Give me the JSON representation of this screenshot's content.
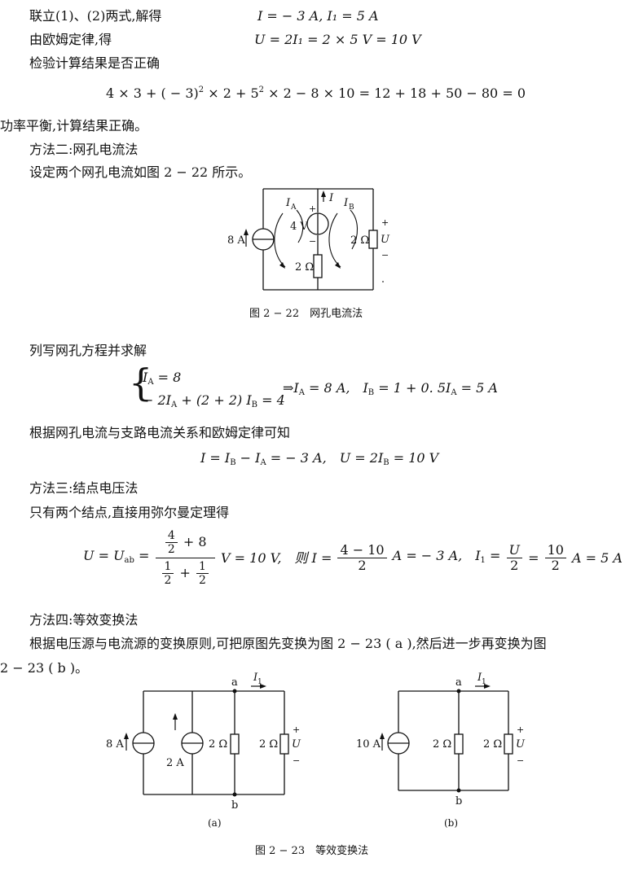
{
  "lines": {
    "l1_left": "联立(1)、(2)两式,解得",
    "l1_right": "I = − 3 A, I₁ = 5 A",
    "l2_left": "由欧姆定律,得",
    "l2_right": "U = 2I₁ = 2 × 5 V = 10 V",
    "l3": "检验计算结果是否正确",
    "l4_pre": "4 × 3 + ( − 3)",
    "l4_mid": " × 2 + 5",
    "l4_post": " × 2 − 8 × 10 = 12 + 18 + 50 − 80 = 0",
    "l5": "功率平衡,计算结果正确。",
    "l6": "方法二:网孔电流法",
    "l7": "设定两个网孔电流如图 2 − 22 所示。",
    "fig22_caption": "图 2 − 22　网孔电流法",
    "l8": "列写网孔方程并求解",
    "eq1a": "I",
    "eq1b": " = 8",
    "eq2a": "− 2I",
    "eq2b": " + (2 + 2) I",
    "eq2c": " = 4",
    "eq_res": "⇒I",
    "eq_res2": " = 8 A,　I",
    "eq_res3": " = 1 + 0. 5I",
    "eq_res4": " = 5 A",
    "l9": "根据网孔电流与支路电流关系和欧姆定律可知",
    "l10": "I = I",
    "l10b": " − I",
    "l10c": " = − 3 A,　U = 2I",
    "l10d": " = 10 V",
    "l11": "方法三:结点电压法",
    "l12": "只有两个结点,直接用弥尔曼定理得",
    "l13_pre": "U = U",
    "l13_eq": " =",
    "l13_mid": "V = 10 V,　则 I =",
    "l13_post": "A = − 3 A,　I",
    "l13_post2": " =",
    "l13_post3": "=",
    "l13_post4": "A = 5 A",
    "frac_main_num_n": "4",
    "frac_main_num_d": "2",
    "frac_main_num_plus": " + 8",
    "frac_main_den_a_n": "1",
    "frac_main_den_a_d": "2",
    "frac_main_den_plus": " + ",
    "frac_main_den_b_n": "1",
    "frac_main_den_b_d": "2",
    "frac_i_n": "4 − 10",
    "frac_i_d": "2",
    "frac_u_n": "U",
    "frac_u_d": "2",
    "frac_10_n": "10",
    "frac_10_d": "2",
    "l14": "方法四:等效变换法",
    "l15": "根据电压源与电流源的变换原则,可把原图先变换为图 2 − 23 ( a ),然后进一步再变换为图",
    "l16": "2 − 23 ( b )。",
    "fig23_caption": "图 2 − 23　等效变换法",
    "sub_1": "1",
    "sub_A": "A",
    "sub_B": "B",
    "sub_ab": "ab",
    "sup_2": "2"
  },
  "fig22": {
    "src_8A": "8 A",
    "IA": "I",
    "IA_sub": "A",
    "I": "I",
    "IB": "I",
    "IB_sub": "B",
    "v4": "4 V",
    "plus": "+",
    "minus": "−",
    "r2a": "2 Ω",
    "r2b": "2 Ω",
    "U": "U"
  },
  "fig23a": {
    "src_8A": "8 A",
    "src_2A": "2 A",
    "r2a": "2 Ω",
    "r2b": "2 Ω",
    "a": "a",
    "b": "b",
    "I1": "I",
    "I1_sub": "1",
    "plus": "+",
    "minus": "−",
    "U": "U",
    "label": "(a)"
  },
  "fig23b": {
    "src_10A": "10 A",
    "r2a": "2 Ω",
    "r2b": "2 Ω",
    "a": "a",
    "b": "b",
    "I1": "I",
    "I1_sub": "1",
    "plus": "+",
    "minus": "−",
    "U": "U",
    "label": "(b)"
  }
}
